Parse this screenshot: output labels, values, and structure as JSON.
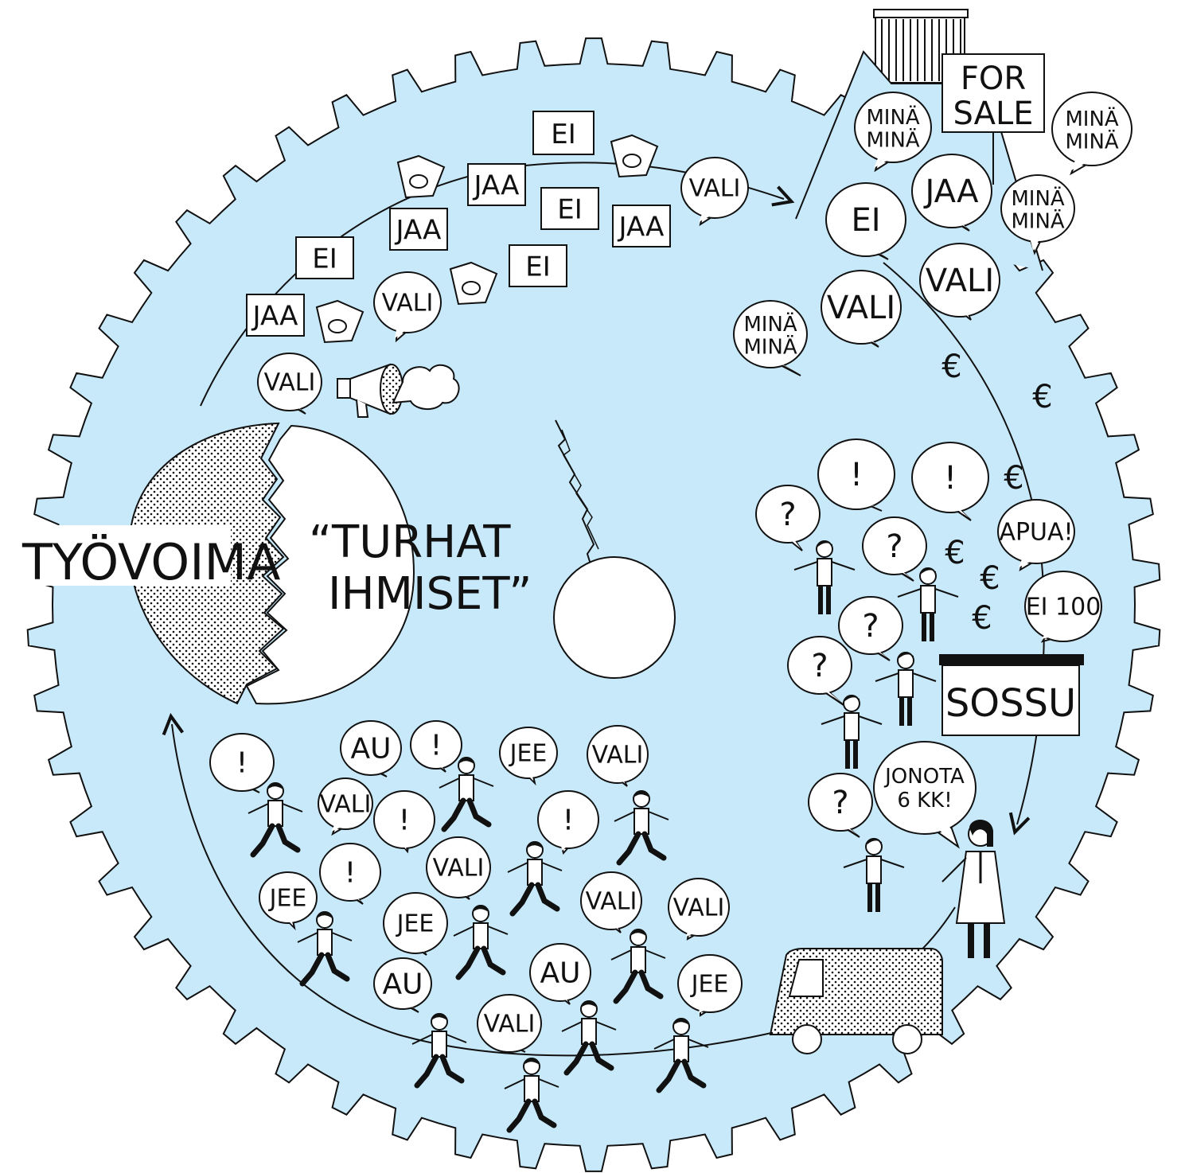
{
  "labels": {
    "workforce": "TYÖVOIMA",
    "useless_1": "“TURHAT",
    "useless_2": "IHMISET”",
    "for_sale_1": "FOR",
    "for_sale_2": "SALE",
    "sossu": "SOSSU",
    "queue_1": "JONOTA",
    "queue_2": "6 KK!"
  },
  "ballot_cards": [
    "EI",
    "EI",
    "JAA",
    "JAA",
    "EI",
    "JAA",
    "EI",
    "JAA"
  ],
  "vote_bubbles": [
    "VALI",
    "VALI",
    "VALI"
  ],
  "factory_bubbles": [
    "MINÄ MINÄ",
    "MINÄ MINÄ",
    "MINÄ MINÄ",
    "MINÄ MINÄ",
    "EI",
    "JAA",
    "VALI",
    "VALI"
  ],
  "welfare_bubbles": [
    "!",
    "!",
    "APUA!",
    "EI 100",
    "?",
    "?",
    "?",
    "?",
    "?"
  ],
  "crowd_bubbles": [
    "!",
    "AU",
    "!",
    "JEE",
    "VALI",
    "VALI",
    "!",
    "!",
    "!",
    "VALI",
    "JEE",
    "VALI",
    "VALI",
    "JEE",
    "AU",
    "AU",
    "VALI",
    "JEE"
  ],
  "euro_sign": "€",
  "colors": {
    "gear_fill": "#c8e9f9",
    "ink": "#111111",
    "paper": "#ffffff"
  }
}
